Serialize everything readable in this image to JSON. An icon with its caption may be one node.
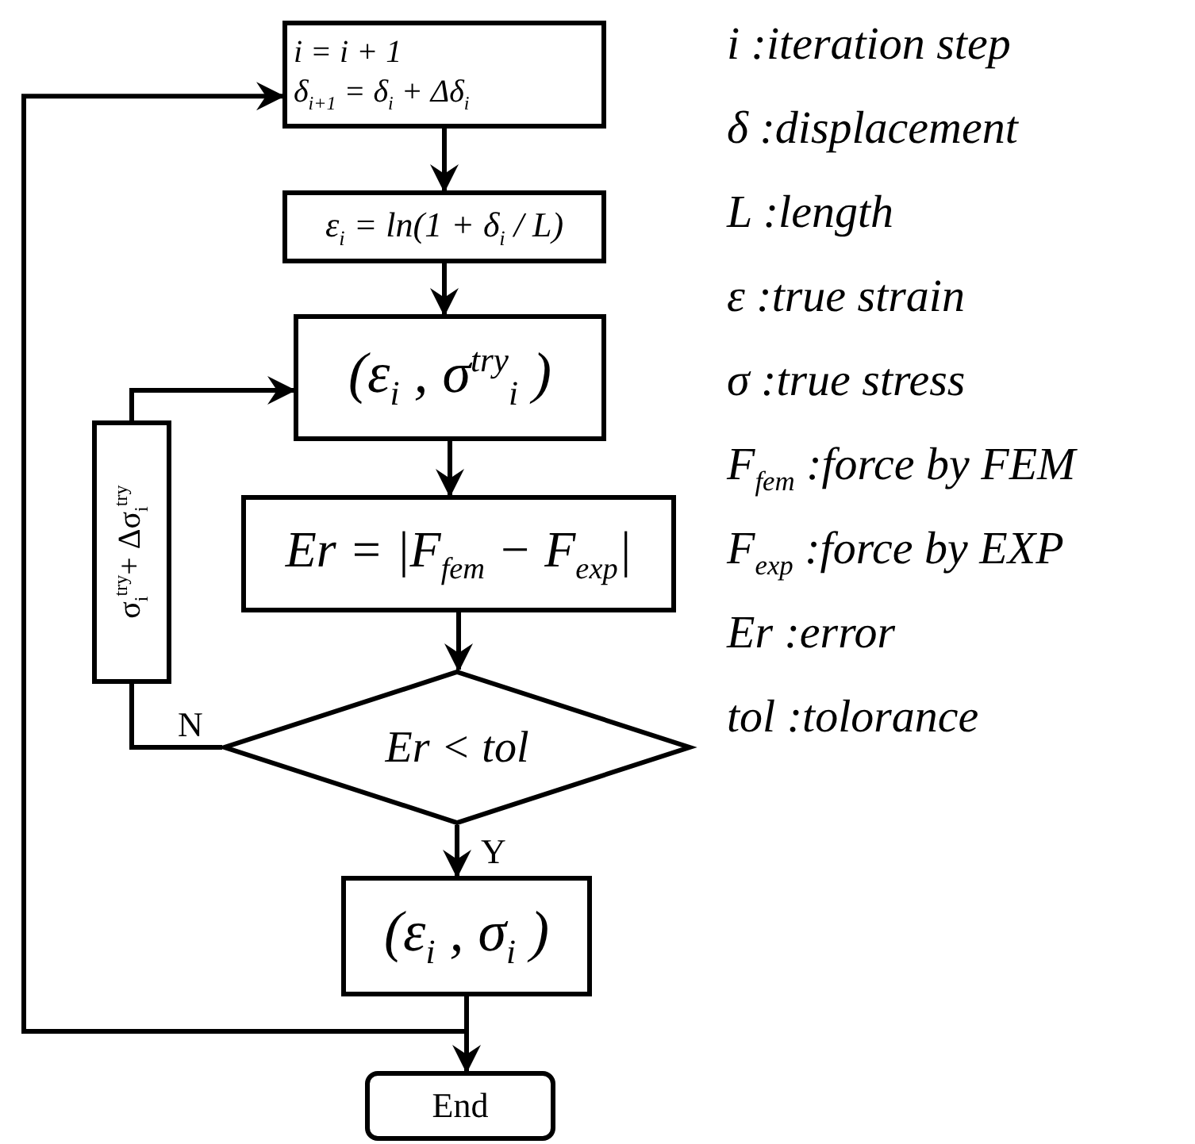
{
  "diagram": {
    "nodes": [
      {
        "text": [
          "i = i + 1",
          "δ$_{i+1}$ = δ$_{i}$ + Δδ$_{i}$"
        ]
      },
      {
        "text": [
          "ε$_{i}$ = ln(1 + δ$_{i}$ / L)"
        ]
      },
      {
        "text": [
          "(ε$_{i}$ , σ$^{try}$$_{i}$ )"
        ]
      },
      {
        "text": [
          "Er = |F$_{fem}$ − F$_{exp}$|"
        ]
      },
      {
        "text": [
          "Er < tol"
        ]
      },
      {
        "text": [
          "(ε$_{i}$ , σ$_{i}$ )"
        ]
      },
      {
        "text": [
          "End"
        ]
      },
      {
        "text": [
          "σ$_{i}$$^{try}$+ Δσ$_{i}$$^{try}$"
        ]
      }
    ],
    "edges": [
      {
        "from": 0,
        "to": 1,
        "arrow": "to"
      },
      {
        "from": 1,
        "to": 2,
        "arrow": "to"
      },
      {
        "from": 2,
        "to": 3,
        "arrow": "to"
      },
      {
        "from": 3,
        "to": 4,
        "arrow": "to"
      },
      {
        "from": 4,
        "to": 5,
        "arrow": "to",
        "label": "Y"
      },
      {
        "from": 4,
        "to": 7,
        "arrow": "none",
        "label": "N"
      },
      {
        "from": 7,
        "to": 2,
        "arrow": "to"
      },
      {
        "from": 5,
        "to": 6,
        "arrow": "to"
      },
      {
        "from": 5,
        "to": 0,
        "arrow": "to"
      }
    ],
    "labels": [
      "i :iteration step",
      "δ :displacement",
      "L :length",
      "ε :true strain",
      "σ :true stress",
      "F$_{fem}$ :force by FEM",
      "F$_{exp}$ :force by EXP",
      "Er :error",
      "tol :tolorance"
    ]
  }
}
